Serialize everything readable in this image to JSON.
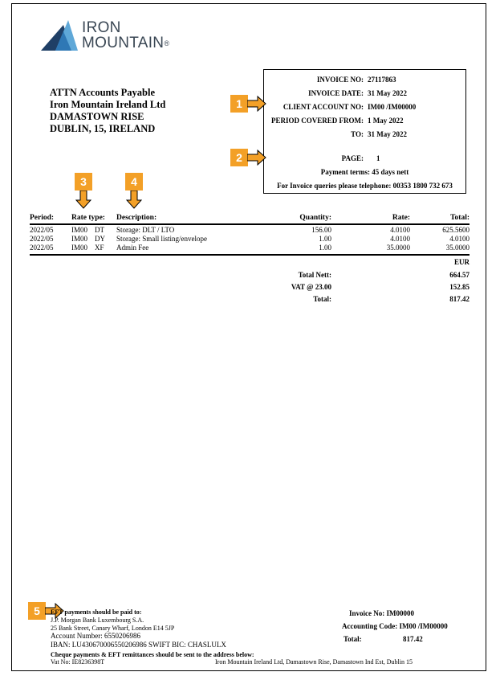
{
  "logo": {
    "line1": "IRON",
    "line2": "MOUNTAIN",
    "reg": "®"
  },
  "address": [
    "ATTN Accounts Payable",
    "Iron Mountain Ireland Ltd",
    "DAMASTOWN RISE",
    "DUBLIN, 15, IRELAND"
  ],
  "invoice_box": {
    "invoice_no_label": "INVOICE NO:",
    "invoice_no": "27117863",
    "invoice_date_label": "INVOICE DATE:",
    "invoice_date": "31 May 2022",
    "client_account_label": "CLIENT ACCOUNT NO:",
    "client_account": "IM00 /IM00000",
    "period_from_label": "PERIOD COVERED FROM:",
    "period_from": "1 May 2022",
    "period_to_label": "TO:",
    "period_to": "31 May 2022",
    "page_label": "PAGE:",
    "page": "1",
    "payment_terms": "Payment terms: 45 days nett",
    "queries": "For Invoice queries please telephone: 00353 1800 732 673"
  },
  "badges": [
    "1",
    "2",
    "3",
    "4",
    "5"
  ],
  "table": {
    "headers": {
      "period": "Period:",
      "rate_type": "Rate type:",
      "description": "Description:",
      "quantity": "Quantity:",
      "rate": "Rate:",
      "total": "Total:"
    },
    "rows": [
      {
        "period": "2022/05",
        "code": "IM00",
        "type": "DT",
        "description": "Storage: DLT / LTO",
        "quantity": "156.00",
        "rate": "4.0100",
        "total": "625.5600"
      },
      {
        "period": "2022/05",
        "code": "IM00",
        "type": "DY",
        "description": "Storage: Small listing/envelope",
        "quantity": "1.00",
        "rate": "4.0100",
        "total": "4.0100"
      },
      {
        "period": "2022/05",
        "code": "IM00",
        "type": "XF",
        "description": "Admin Fee",
        "quantity": "1.00",
        "rate": "35.0000",
        "total": "35.0000"
      }
    ],
    "currency": "EUR"
  },
  "totals": {
    "nett_label": "Total Nett:",
    "nett": "664.57",
    "vat_label": "VAT @  23.00",
    "vat": "152.85",
    "total_label": "Total:",
    "total": "817.42"
  },
  "footer": {
    "eft_heading": "EFT payments should be paid to:",
    "bank": "J.P. Morgan Bank Luxembourg S.A.",
    "bank_address": "25 Bank Street, Canary Wharf, London E14 5JP",
    "account": "Account Number: 6550206986",
    "iban": "IBAN: LU430670006550206986    SWIFT BIC: CHASLULX",
    "cheque": "Cheque payments & EFT remittances should be sent to the address below:",
    "vat_no": "Vat No: IE8236398T",
    "company_address": "Iron Mountain Ireland Ltd, Damastown Rise, Damastown Ind Est, Dublin 15",
    "invoice_no_label": "Invoice No:",
    "invoice_no": "IM00000",
    "accounting_code_label": "Accounting Code:",
    "accounting_code": "IM00 /IM00000",
    "total_label": "Total:",
    "total": "817.42"
  },
  "colors": {
    "badge": "#f3a027",
    "logo_dark": "#1f3f66",
    "logo_light": "#5fa8d8"
  }
}
